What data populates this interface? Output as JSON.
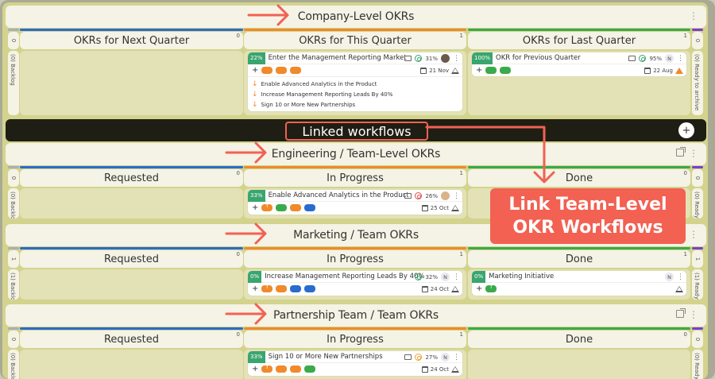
{
  "colors": {
    "blue": "#2a6bcf",
    "orange": "#f08a2a",
    "green": "#3aaa4a",
    "purple": "#7a3fcf",
    "gray": "#a8b0b8",
    "annotation": "#f26152",
    "percent_badge": "#3aa56e"
  },
  "workflows": [
    {
      "title": "Company-Level OKRs",
      "left_count": "0",
      "left_lane": "(0) Backlog",
      "right_count": "0",
      "right_lane": "(0) Ready to archive",
      "columns": [
        {
          "label": "OKRs for Next Quarter",
          "count": "0"
        },
        {
          "label": "OKRs for This Quarter",
          "count": "1"
        },
        {
          "label": "OKRs for Last Quarter",
          "count": "1"
        }
      ]
    },
    {
      "title": "Engineering / Team-Level OKRs",
      "left_count": "0",
      "left_lane": "(0) Backlo",
      "right_count": "0",
      "right_lane": "(0) Ready",
      "columns": [
        {
          "label": "Requested",
          "count": "0"
        },
        {
          "label": "In Progress",
          "count": "1"
        },
        {
          "label": "Done",
          "count": "0"
        }
      ]
    },
    {
      "title": "Marketing / Team OKRs",
      "left_count": "1",
      "left_lane": "(1) Backlo",
      "right_count": "1",
      "right_lane": "(1) Ready",
      "columns": [
        {
          "label": "Requested",
          "count": "0"
        },
        {
          "label": "In Progress",
          "count": "1"
        },
        {
          "label": "Done",
          "count": "1"
        }
      ]
    },
    {
      "title": "Partnership Team / Team OKRs",
      "left_count": "0",
      "left_lane": "(0) Backlo",
      "right_count": "0",
      "right_lane": "(0) Ready",
      "columns": [
        {
          "label": "Requested",
          "count": "0"
        },
        {
          "label": "In Progress",
          "count": "1"
        },
        {
          "label": "Done",
          "count": "0"
        }
      ]
    }
  ],
  "cards": {
    "company_this_quarter": {
      "percent": "22%",
      "title": "Enter the Management Reporting Market",
      "progress": "31%",
      "due": "21 Nov",
      "children": [
        "Enable Advanced Analytics in the Product",
        "Increase Management Reporting Leads By 40%",
        "Sign 10 or More New Partnerships"
      ]
    },
    "company_last_quarter": {
      "percent": "100%",
      "title": "OKR for Previous Quarter",
      "progress": "95%",
      "avatar": "N",
      "due": "22 Aug"
    },
    "engineering_in_progress": {
      "percent": "33%",
      "title": "Enable Advanced Analytics in the Product",
      "progress": "26%",
      "due": "25 Oct"
    },
    "marketing_in_progress": {
      "percent": "0%",
      "title": "Increase Management Reporting Leads By 40%",
      "progress": "32%",
      "avatar": "N",
      "due": "24 Oct"
    },
    "marketing_done": {
      "percent": "0%",
      "title": "Marketing Initiative",
      "avatar": "N"
    },
    "partnership_in_progress": {
      "percent": "33%",
      "title": "Sign 10 or More New Partnerships",
      "progress": "27%",
      "avatar": "N",
      "due": "24 Oct"
    }
  },
  "linked_workflows": {
    "label": "Linked workflows",
    "add_icon": "+"
  },
  "annotation": {
    "callout_line1": "Link Team-Level",
    "callout_line2": "OKR Workflows"
  },
  "icons": {
    "menu": "⋮",
    "plus": "+",
    "down_arrow": "↓"
  }
}
